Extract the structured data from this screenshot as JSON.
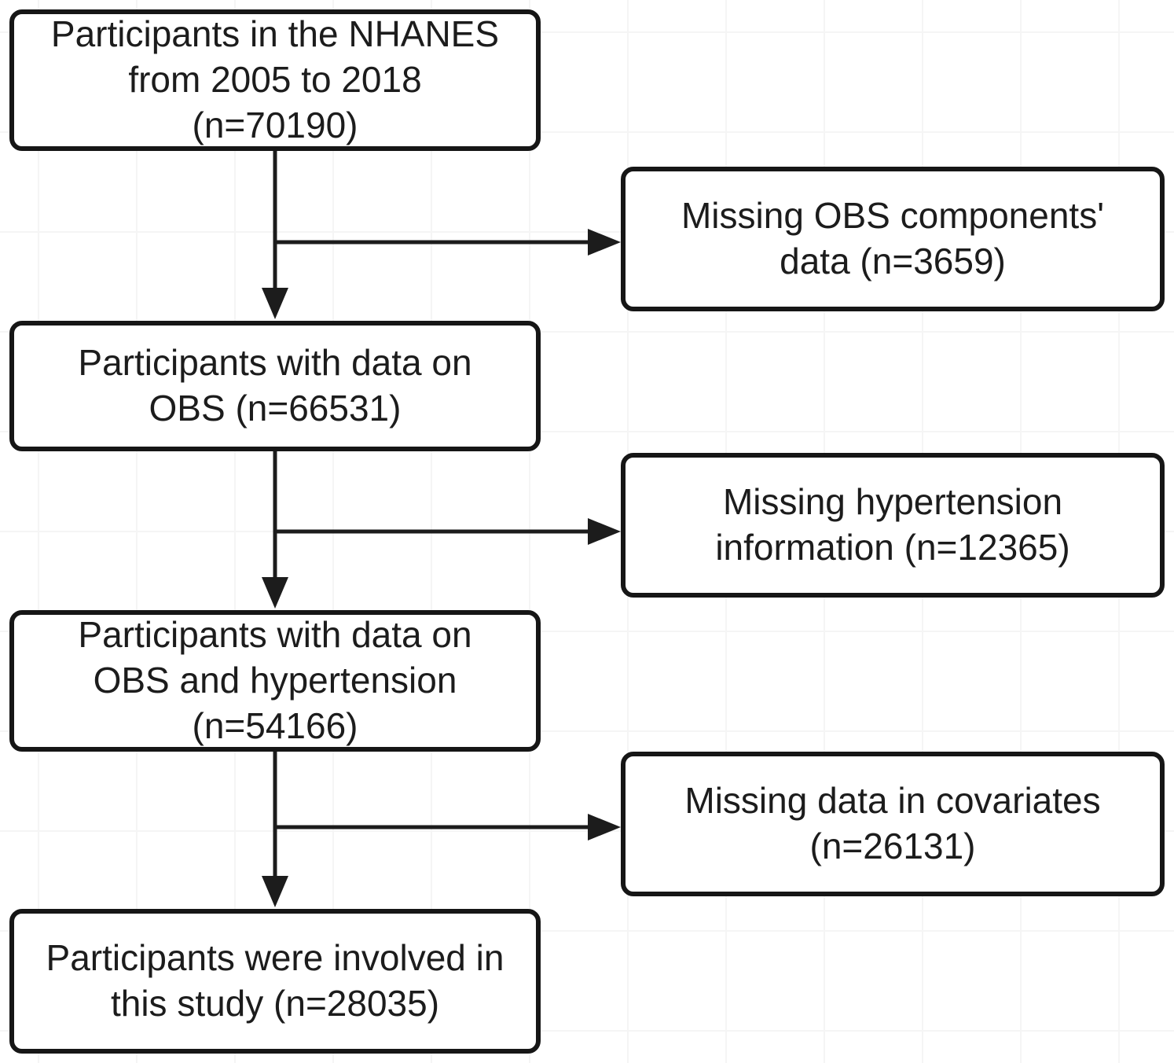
{
  "figure": {
    "kind": "participant-flow-diagram",
    "background_color": "#ffffff",
    "box_border_color": "#161616",
    "arrow_color": "#1c1c1c",
    "text_color": "#1c1c1c"
  },
  "boxes": {
    "main": [
      {
        "id": "nhanes-participants",
        "lines": [
          "Participants in the NHANES",
          "from 2005 to 2018",
          "(n=70190)"
        ],
        "n": 70190
      },
      {
        "id": "with-obs-data",
        "lines": [
          "Participants with data on",
          "OBS (n=66531)"
        ],
        "n": 66531
      },
      {
        "id": "with-obs-and-hypertension",
        "lines": [
          "Participants with data on",
          "OBS and hypertension",
          "(n=54166)"
        ],
        "n": 54166
      },
      {
        "id": "involved-in-study",
        "lines": [
          "Participants were involved in",
          "this study (n=28035)"
        ],
        "n": 28035
      }
    ],
    "excluded": [
      {
        "id": "missing-obs-components",
        "lines": [
          "Missing OBS components'",
          "data (n=3659)"
        ],
        "n": 3659
      },
      {
        "id": "missing-hypertension-info",
        "lines": [
          "Missing hypertension",
          "information (n=12365)"
        ],
        "n": 12365
      },
      {
        "id": "missing-covariates",
        "lines": [
          "Missing data in covariates",
          "(n=26131)"
        ],
        "n": 26131
      }
    ]
  }
}
